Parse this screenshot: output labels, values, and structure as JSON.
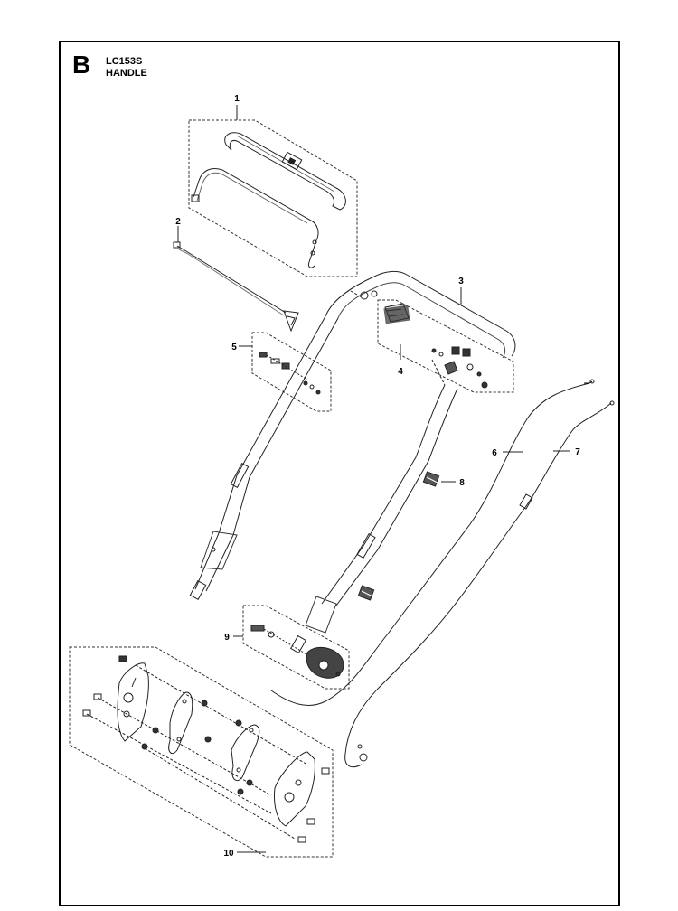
{
  "header": {
    "section": "B",
    "model": "LC153S",
    "title": "HANDLE"
  },
  "callouts": [
    "1",
    "2",
    "3",
    "4",
    "5",
    "6",
    "7",
    "8",
    "9",
    "10"
  ]
}
